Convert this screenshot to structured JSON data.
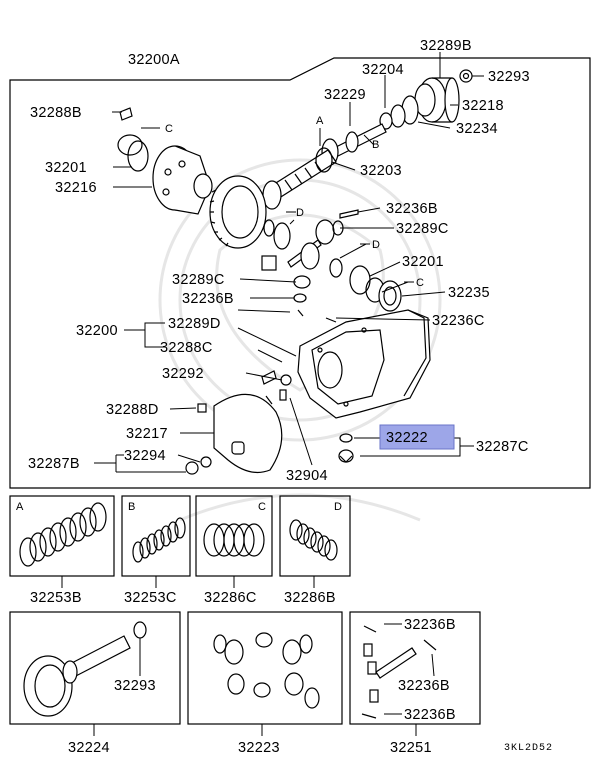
{
  "parts": {
    "assy": "32200A",
    "p32289B": "32289B",
    "p32293_top": "32293",
    "p32204": "32204",
    "p32229": "32229",
    "p32218": "32218",
    "p32288B": "32288B",
    "p32234": "32234",
    "p32201_a": "32201",
    "p32203": "32203",
    "p32216": "32216",
    "p32236B_a": "32236B",
    "p32289C_a": "32289C",
    "p32201_b": "32201",
    "p32289C_b": "32289C",
    "p32235": "32235",
    "p32236B_b": "32236B",
    "p32236C": "32236C",
    "p32200": "32200",
    "p32289D": "32289D",
    "p32288C": "32288C",
    "p32292": "32292",
    "p32288D": "32288D",
    "p32222": "32222",
    "p32217": "32217",
    "p32287C": "32287C",
    "p32287B": "32287B",
    "p32294": "32294",
    "p32904": "32904"
  },
  "letters": {
    "A": "A",
    "B": "B",
    "C": "C",
    "D": "D"
  },
  "kits": {
    "k1": "32253B",
    "k2": "32253C",
    "k3": "32286C",
    "k4": "32286B",
    "k5": "32224",
    "k5_part": "32293",
    "k6": "32223",
    "k7": "32251",
    "k7_a": "32236B",
    "k7_b": "32236B",
    "k7_c": "32236B"
  },
  "figure_code": "3KL2D52",
  "highlight_color": "#9da6e8"
}
